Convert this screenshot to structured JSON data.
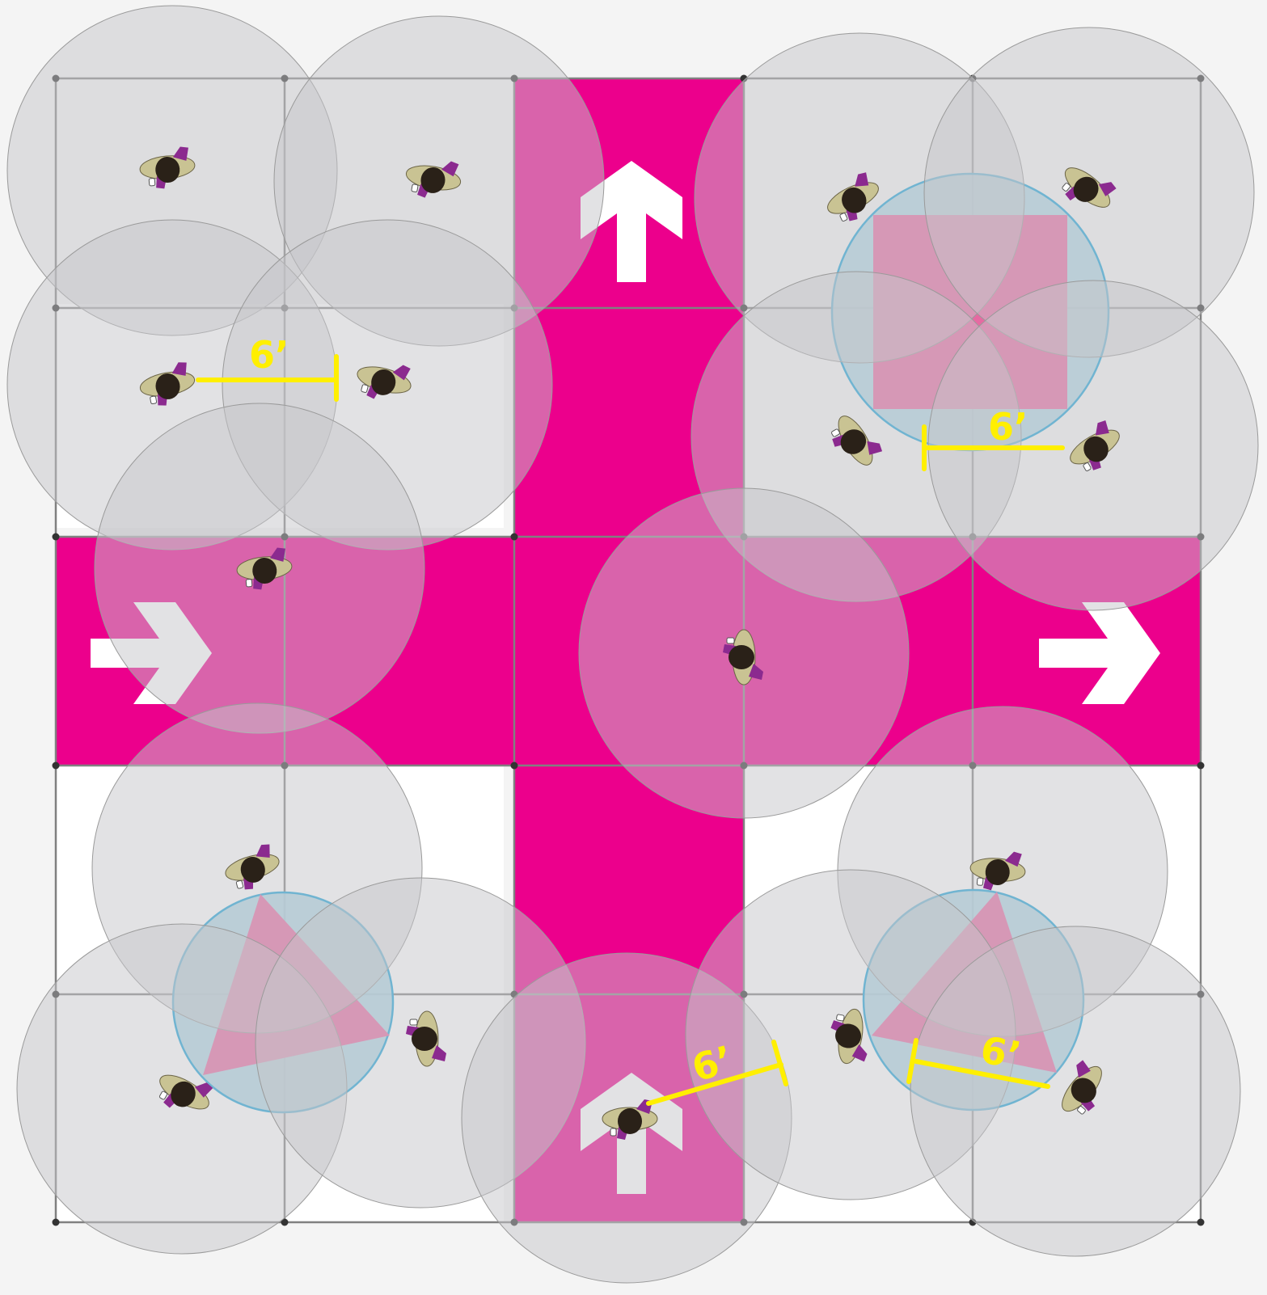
{
  "colors": {
    "background": "#f4f4f4",
    "path": "#ec008c",
    "tile_light": "#ffffff",
    "grid_line": "#808080",
    "grid_node": "#333333",
    "distance_circle_fill": "#c6c6c9",
    "distance_circle_stroke": "#9a9a9a",
    "group_circle_fill": "#a9d3e2",
    "group_circle_stroke": "#1aa3d9",
    "formation_fill": "#e66aa2",
    "arrow": "#ffffff",
    "dimension": "#ffef00",
    "person_body": "#c9c393",
    "person_hair": "#2a2118",
    "person_accent": "#8b2a8f"
  },
  "icons": {
    "arrow": "direction-arrow-icon",
    "person": "person-topdown-icon"
  },
  "labels": {
    "distance_1": "6’",
    "distance_2": "6’",
    "distance_3": "6’",
    "distance_4": "6’"
  }
}
